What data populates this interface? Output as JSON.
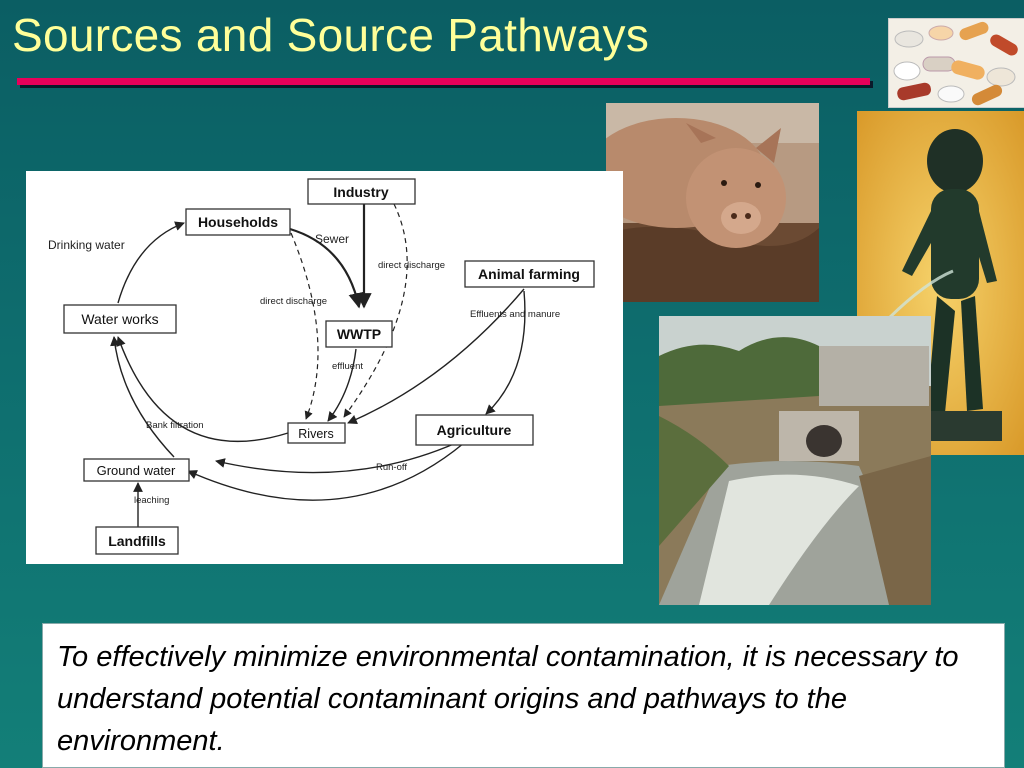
{
  "slide": {
    "title": "Sources and Source Pathways",
    "caption": "To effectively minimize environmental contamination, it is necessary to understand potential contaminant origins and pathways to the environment."
  },
  "colors": {
    "background": "#0e6d6e",
    "title": "#ffff99",
    "title_rule": "#e8005a"
  },
  "photos": [
    {
      "name": "pills-photo",
      "subject": "assorted pills and capsules"
    },
    {
      "name": "pig-photo",
      "subject": "pig in a field"
    },
    {
      "name": "statue-photo",
      "subject": "Manneken Pis bronze statue"
    },
    {
      "name": "outfall-photo",
      "subject": "wastewater outfall pipe into a stream"
    }
  ],
  "diagram": {
    "nodes": {
      "industry": "Industry",
      "households": "Households",
      "wwtp": "WWTP",
      "animal_farming": "Animal farming",
      "water_works": "Water works",
      "rivers": "Rivers",
      "agriculture": "Agriculture",
      "ground_water": "Ground water",
      "landfills": "Landfills"
    },
    "edges": {
      "drinking_water": "Drinking water",
      "sewer": "Sewer",
      "direct_discharge_industry": "direct discharge",
      "direct_discharge_households": "direct discharge",
      "effluent": "effluent",
      "effluents_and_manure": "Effluents and manure",
      "bank_filtration": "Bank filtration",
      "run_off": "Run-off",
      "leaching": "leaching"
    }
  }
}
